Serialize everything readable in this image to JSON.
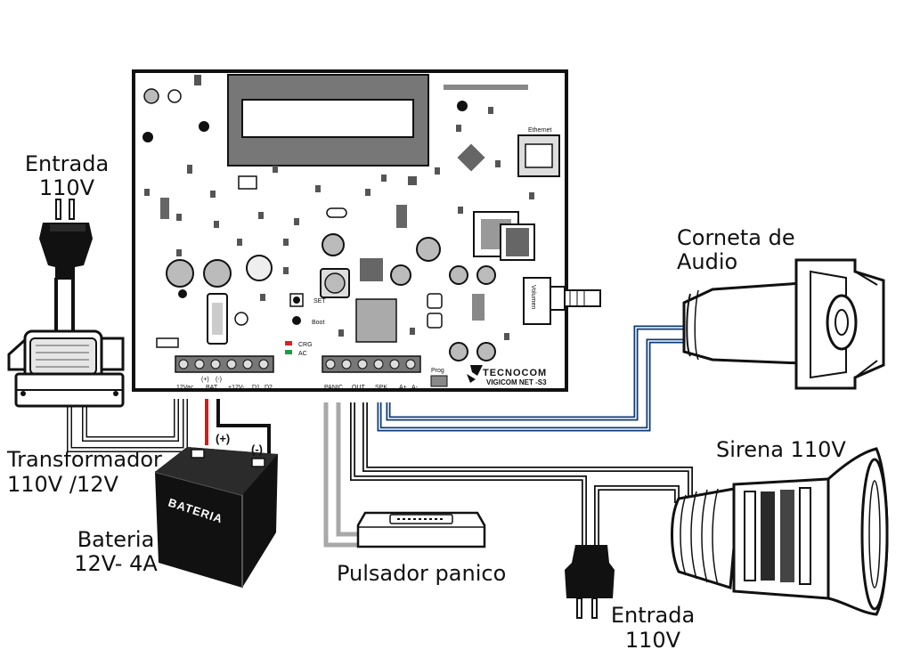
{
  "labels": {
    "entrada_left_1": "Entrada",
    "entrada_left_2": "110V",
    "transformador_1": "Transformador",
    "transformador_2": "110V /12V",
    "bateria_1": "Bateria",
    "bateria_2": "12V- 4A",
    "pulsador": "Pulsador panico",
    "entrada_bottom_1": "Entrada",
    "entrada_bottom_2": "110V",
    "corneta_1": "Corneta de",
    "corneta_2": "Audio",
    "sirena": "Sirena 110V"
  },
  "board": {
    "brand": "TECNOCOM",
    "model": "VIGICOM NET -S3",
    "ethernet": "Ethernet",
    "set": "SET",
    "boot": "Boot",
    "crg": "CRG",
    "ac": "AC",
    "prog": "Prog",
    "volumen": "Volumen",
    "terminals_left": [
      "12Vac",
      "(+)",
      "(-)",
      "+12V-",
      "D1",
      "D2"
    ],
    "bat": "BAT",
    "terminals_right": [
      "PANIC",
      "OUT",
      "SPK",
      "A+",
      "A-"
    ]
  },
  "battery": {
    "text": "BATERIA",
    "plus": "(+)",
    "minus": "(-)"
  },
  "colors": {
    "wire_black": "#111111",
    "wire_red": "#d81818",
    "wire_blue": "#0b3a78",
    "wire_gray": "#a8a8a8",
    "led_red": "#e02020",
    "led_green": "#18a040"
  }
}
